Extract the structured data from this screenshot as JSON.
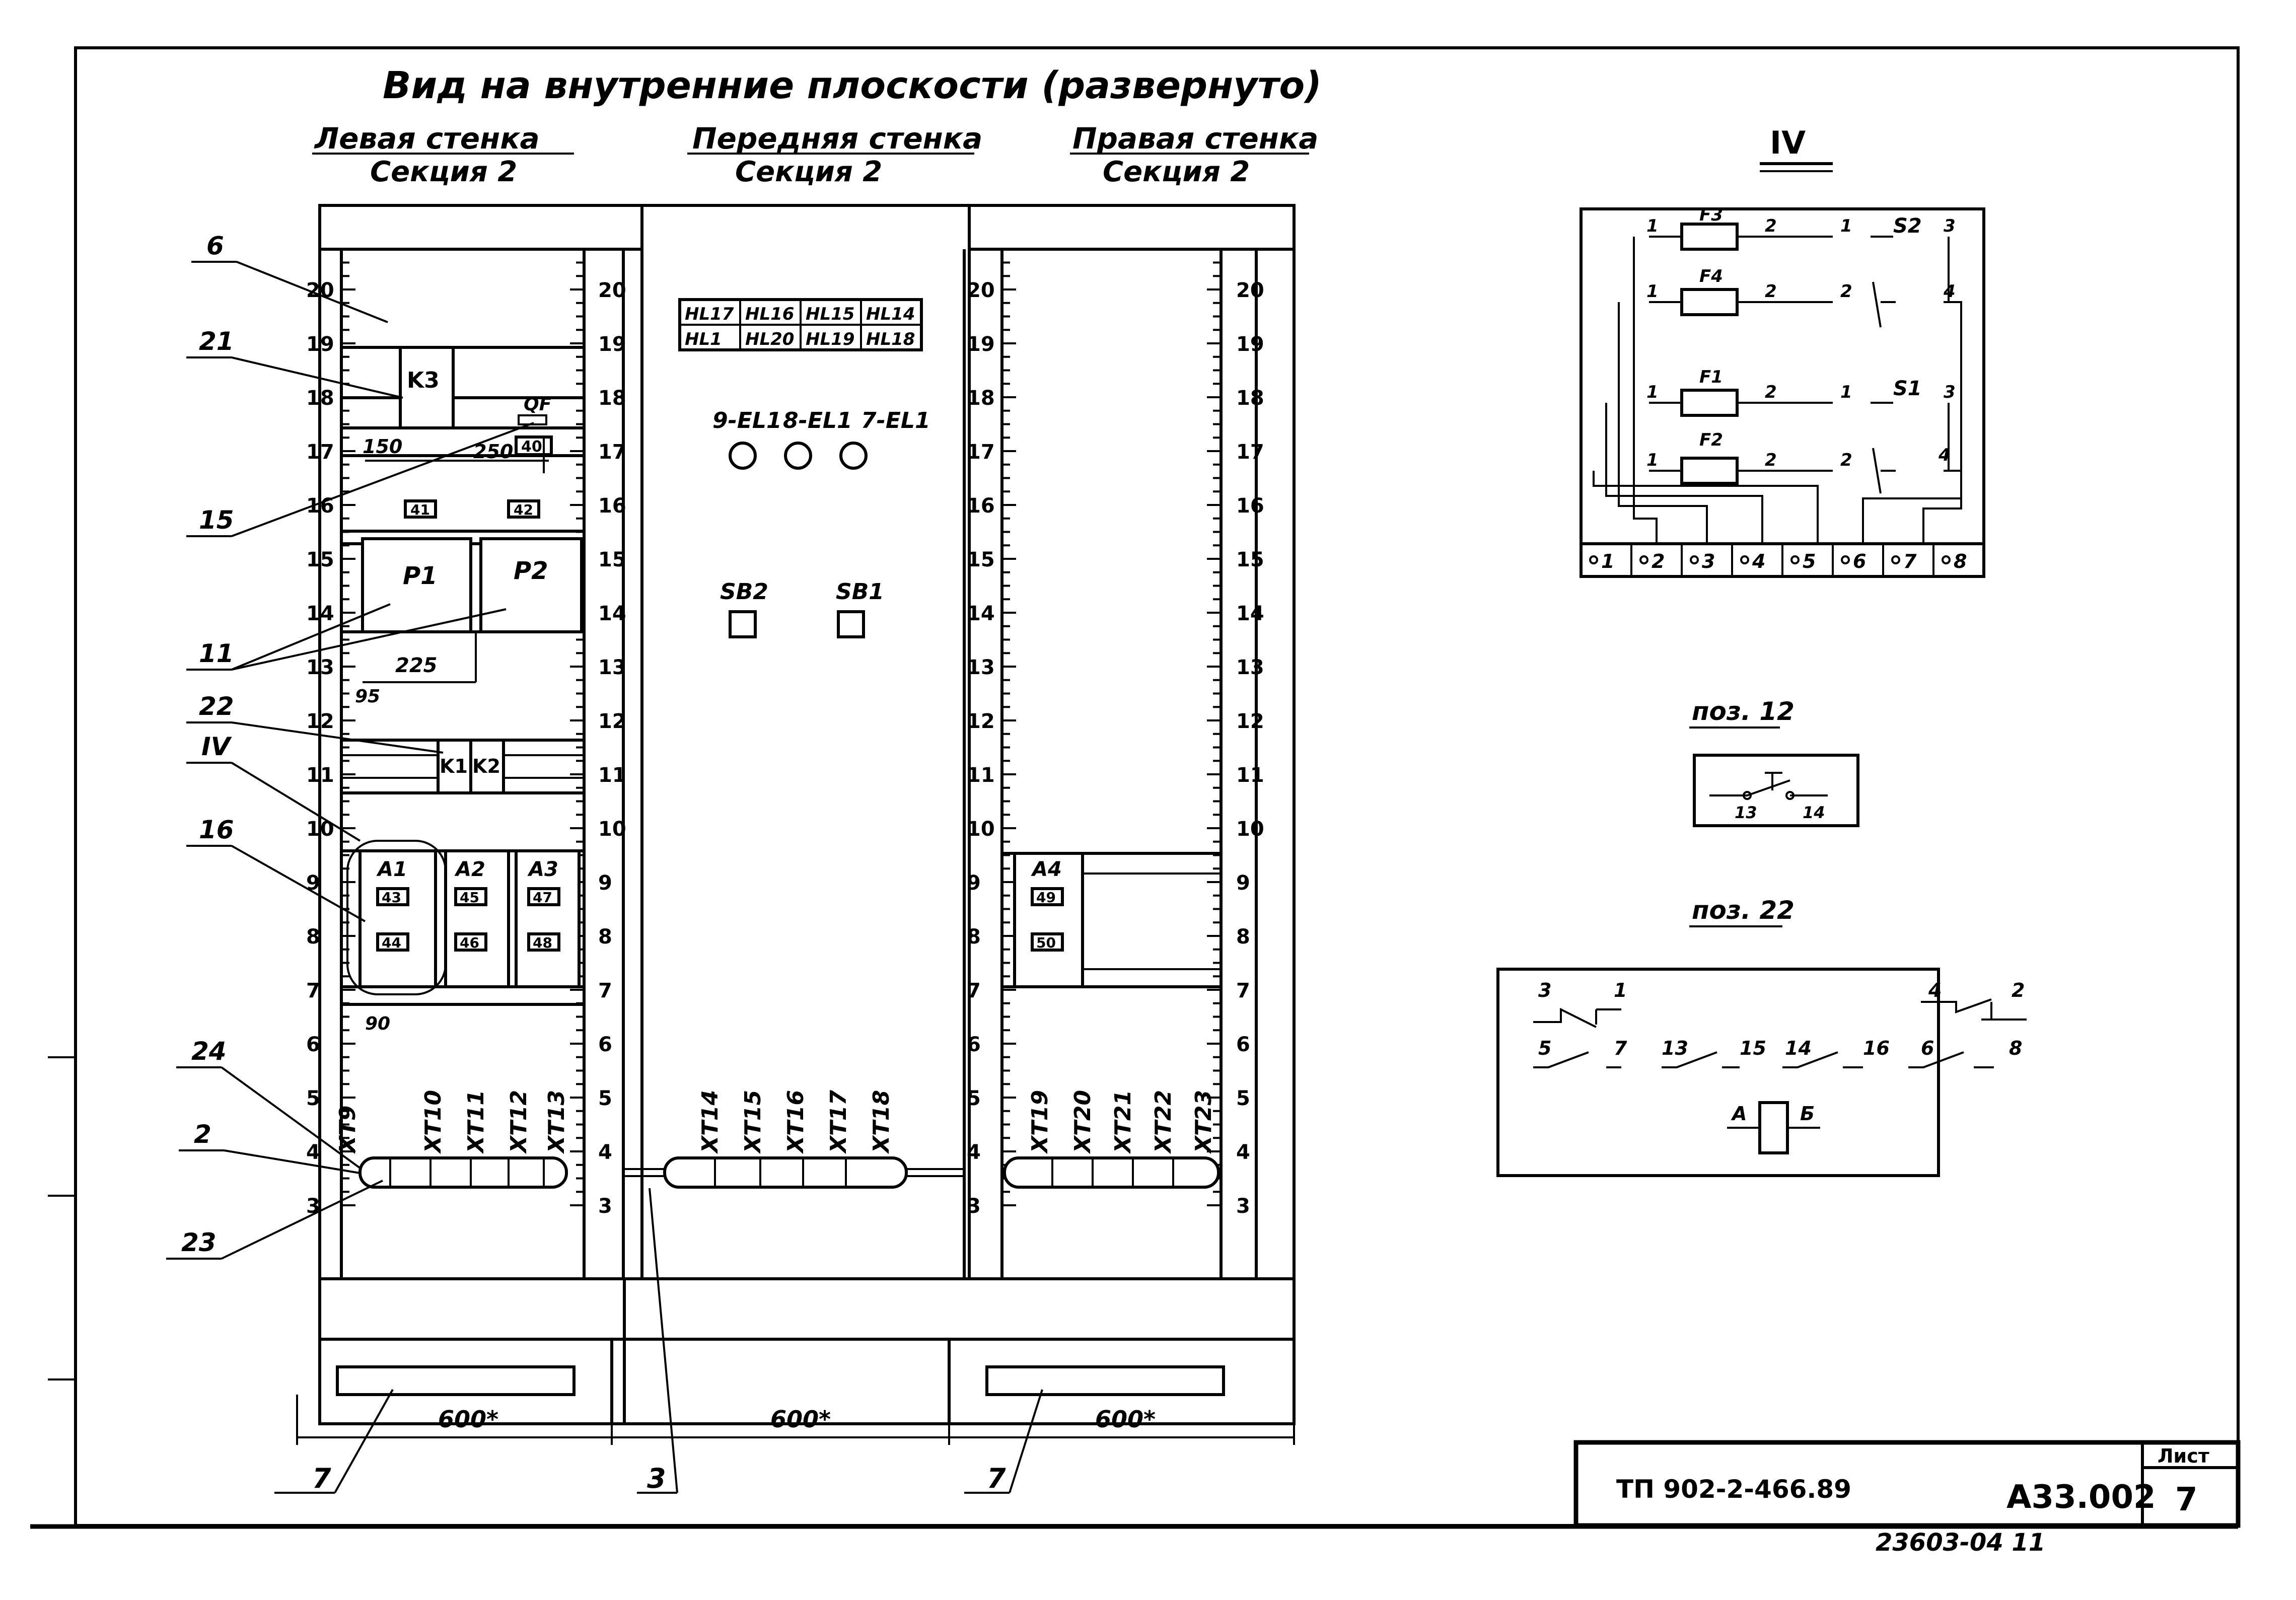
{
  "title": "Вид на внутренние плоскости (развернуто)",
  "walls": [
    {
      "name": "Левая стенка",
      "section": "Секция 2",
      "width": "600*"
    },
    {
      "name": "Передняя стенка",
      "section": "Секция 2",
      "width": "600*"
    },
    {
      "name": "Правая стенка",
      "section": "Секция 2",
      "width": "600*"
    }
  ],
  "ruler_marks": [
    "20",
    "19",
    "18",
    "17",
    "16",
    "15",
    "14",
    "13",
    "12",
    "11",
    "10",
    "9",
    "8",
    "7",
    "6",
    "5",
    "4",
    "3"
  ],
  "callouts": [
    "6",
    "21",
    "15",
    "11",
    "22",
    "IV",
    "16",
    "24",
    "2",
    "23"
  ],
  "bottom_callouts": [
    "7",
    "3",
    "7"
  ],
  "left_wall": {
    "k3": "K3",
    "qf": "QF",
    "dim_150": "150",
    "dim_250": "250",
    "tag_40": "40",
    "tag_41": "41",
    "tag_42": "42",
    "p1": "P1",
    "p2": "P2",
    "dim_225": "225",
    "dim_95": "95",
    "k1": "K1",
    "k2": "K2",
    "a1": "A1",
    "a2": "A2",
    "a3": "A3",
    "tags_a": [
      "43",
      "44",
      "45",
      "46",
      "47",
      "48"
    ],
    "dim_90": "90",
    "terminals": [
      "XT9",
      "XT10",
      "XT11",
      "XT12",
      "XT13"
    ]
  },
  "front_wall": {
    "hl_top": [
      "HL17",
      "HL16",
      "HL15",
      "HL14"
    ],
    "hl_bottom": [
      "HL1",
      "HL20",
      "HL19",
      "HL18"
    ],
    "lamps": [
      "9-EL1",
      "8-EL1",
      "7-EL1"
    ],
    "buttons": [
      "SB2",
      "SB1"
    ],
    "terminals": [
      "XT14",
      "XT15",
      "XT16",
      "XT17",
      "XT18"
    ]
  },
  "right_wall": {
    "a4": "A4",
    "tag_49": "49",
    "tag_50": "50",
    "terminals": [
      "XT19",
      "XT20",
      "XT21",
      "XT22",
      "XT23"
    ]
  },
  "detail_iv": {
    "title": "IV",
    "fuses": [
      "F3",
      "F4",
      "F1",
      "F2"
    ],
    "switches": [
      "S2",
      "S1"
    ],
    "pin_1": "1",
    "pin_2": "2",
    "pin_3": "3",
    "pin_4": "4",
    "terminals": [
      "1",
      "2",
      "3",
      "4",
      "5",
      "6",
      "7",
      "8"
    ]
  },
  "poz12": {
    "title": "поз. 12",
    "pin_a": "13",
    "pin_b": "14"
  },
  "poz22": {
    "title": "поз. 22",
    "labels": [
      "3",
      "1",
      "4",
      "2",
      "5",
      "7",
      "13",
      "15",
      "14",
      "16",
      "6",
      "8",
      "А",
      "Б"
    ]
  },
  "stamp": {
    "doc": "ТП 902-2-466.89",
    "code": "А33.002",
    "sheet_label": "Лист",
    "sheet": "7"
  },
  "footer_note": "23603-04 11"
}
